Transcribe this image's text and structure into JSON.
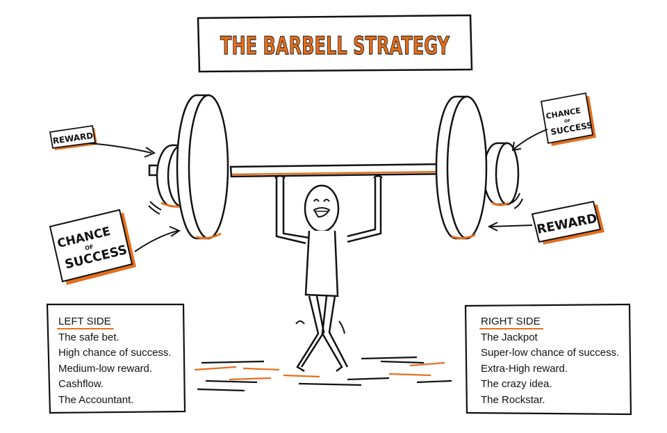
{
  "title": "The Barbell Strategy",
  "labels": {
    "left_reward": "Reward",
    "left_chance": [
      "Chance",
      "of",
      "Success"
    ],
    "right_chance": [
      "Chance",
      "of",
      "Success"
    ],
    "right_reward": "Reward"
  },
  "left_side": {
    "heading": "LEFT SIDE",
    "lines": [
      "The safe bet.",
      "High chance of success.",
      "Medium-low reward.",
      "Cashflow.",
      "The Accountant."
    ]
  },
  "right_side": {
    "heading": "RIGHT SIDE",
    "lines": [
      "The Jackpot",
      "Super-low chance of success.",
      "Extra-High reward.",
      "The crazy idea.",
      "The Rockstar."
    ]
  },
  "colors": {
    "accent": "#e36f1e",
    "ink": "#111111"
  }
}
